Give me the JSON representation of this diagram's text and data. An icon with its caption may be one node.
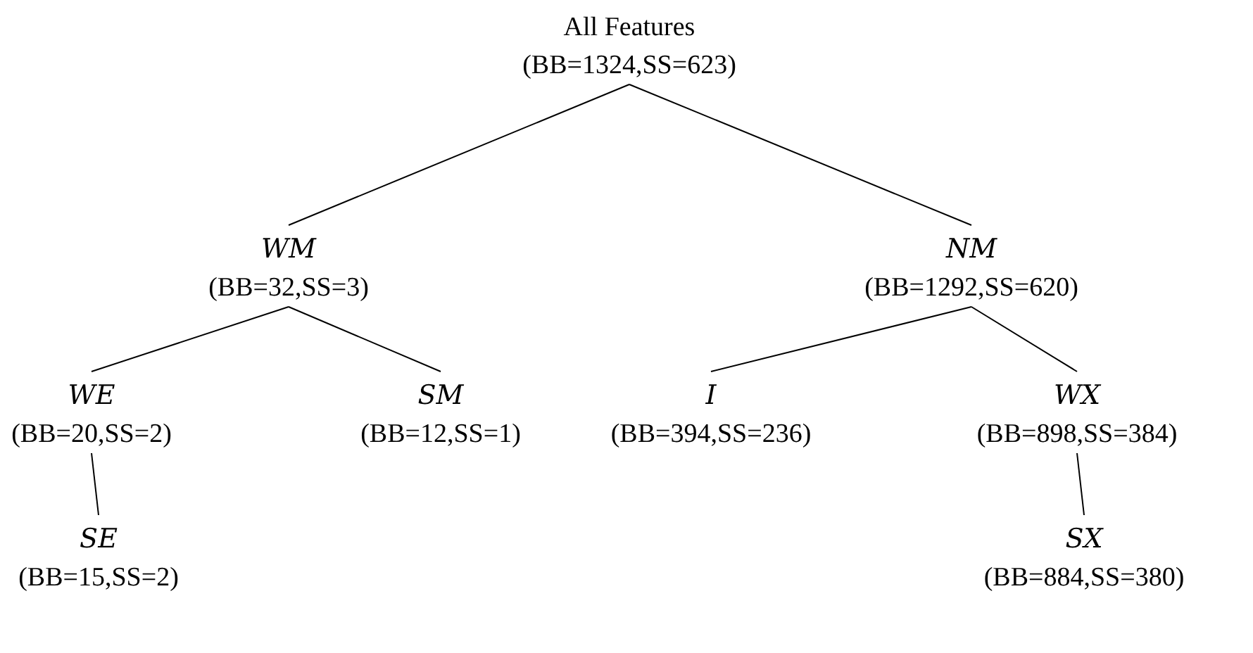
{
  "diagram": {
    "nodes": [
      {
        "text": [
          "All Features",
          "(BB=1324,SS=623)"
        ]
      },
      {
        "text": [
          "WM",
          "(BB=32,SS=3)"
        ]
      },
      {
        "text": [
          "NM",
          "(BB=1292,SS=620)"
        ]
      },
      {
        "text": [
          "WE",
          "(BB=20,SS=2)"
        ]
      },
      {
        "text": [
          "SM",
          "(BB=12,SS=1)"
        ]
      },
      {
        "text": [
          "I",
          "(BB=394,SS=236)"
        ]
      },
      {
        "text": [
          "WX",
          "(BB=898,SS=384)"
        ]
      },
      {
        "text": [
          "SE",
          "(BB=15,SS=2)"
        ]
      },
      {
        "text": [
          "SX",
          "(BB=884,SS=380)"
        ]
      }
    ],
    "edges": [
      {
        "from": 0,
        "to": 1,
        "arrow": "none"
      },
      {
        "from": 0,
        "to": 2,
        "arrow": "none"
      },
      {
        "from": 1,
        "to": 3,
        "arrow": "none"
      },
      {
        "from": 1,
        "to": 4,
        "arrow": "none"
      },
      {
        "from": 2,
        "to": 5,
        "arrow": "none"
      },
      {
        "from": 2,
        "to": 6,
        "arrow": "none"
      },
      {
        "from": 3,
        "to": 7,
        "arrow": "none"
      },
      {
        "from": 6,
        "to": 8,
        "arrow": "none"
      }
    ]
  }
}
